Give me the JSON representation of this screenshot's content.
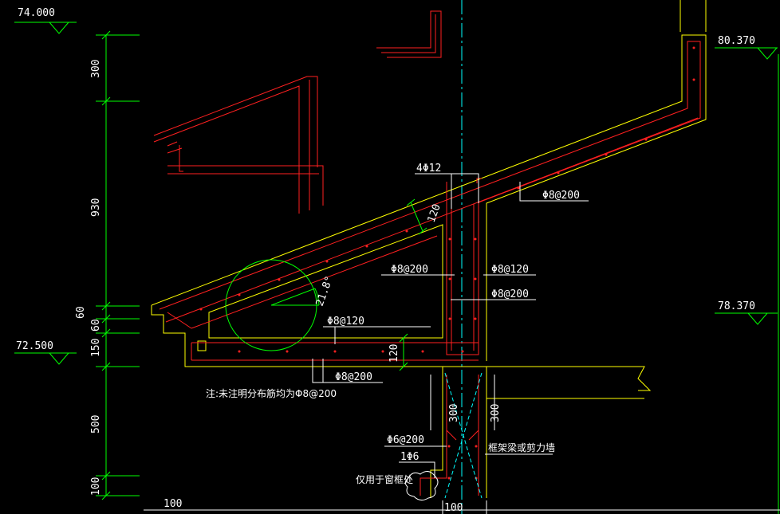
{
  "colors": {
    "background": "#000000",
    "dimension": "#00ff00",
    "concrete_outline": "#ffff00",
    "rebar": "#ff2020",
    "text": "#ffffff",
    "centerline": "#00ffff"
  },
  "elevations": {
    "top_left": "74.000",
    "left_mid": "72.500",
    "right_top": "80.370",
    "right_mid": "78.370"
  },
  "vertical_dims": {
    "d1": "300",
    "d2": "930",
    "d3": "60",
    "d4": "60",
    "d5": "150",
    "d6": "500",
    "d7": "100"
  },
  "labels": {
    "top_bars": "4Φ12",
    "slab_bars": "Φ8@200",
    "thickness_slope": "120",
    "angle": "21.8°",
    "left_stirrup": "Φ8@200",
    "right_stirrup": "Φ8@120",
    "col_stirrup": "Φ8@200",
    "bottom_top": "Φ8@120",
    "bottom_thickness": "120",
    "bottom_bars": "Φ8@200",
    "note": "注:未注明分布筋均为Φ8@200",
    "col_w1": "300",
    "col_w2": "300",
    "stir_6": "Φ6@200",
    "bar_6": "1Φ6",
    "beam_note": "框架梁或剪力墙",
    "window_note": "仅用于窗框处",
    "bottom_dim_left": "100",
    "bottom_dim_right": "100"
  }
}
